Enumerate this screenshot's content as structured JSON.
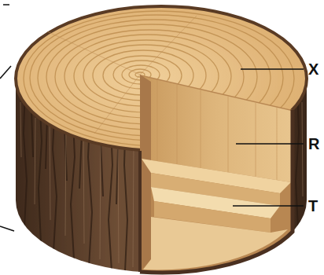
{
  "diagram": {
    "labels": [
      "X",
      "R",
      "T"
    ]
  }
}
